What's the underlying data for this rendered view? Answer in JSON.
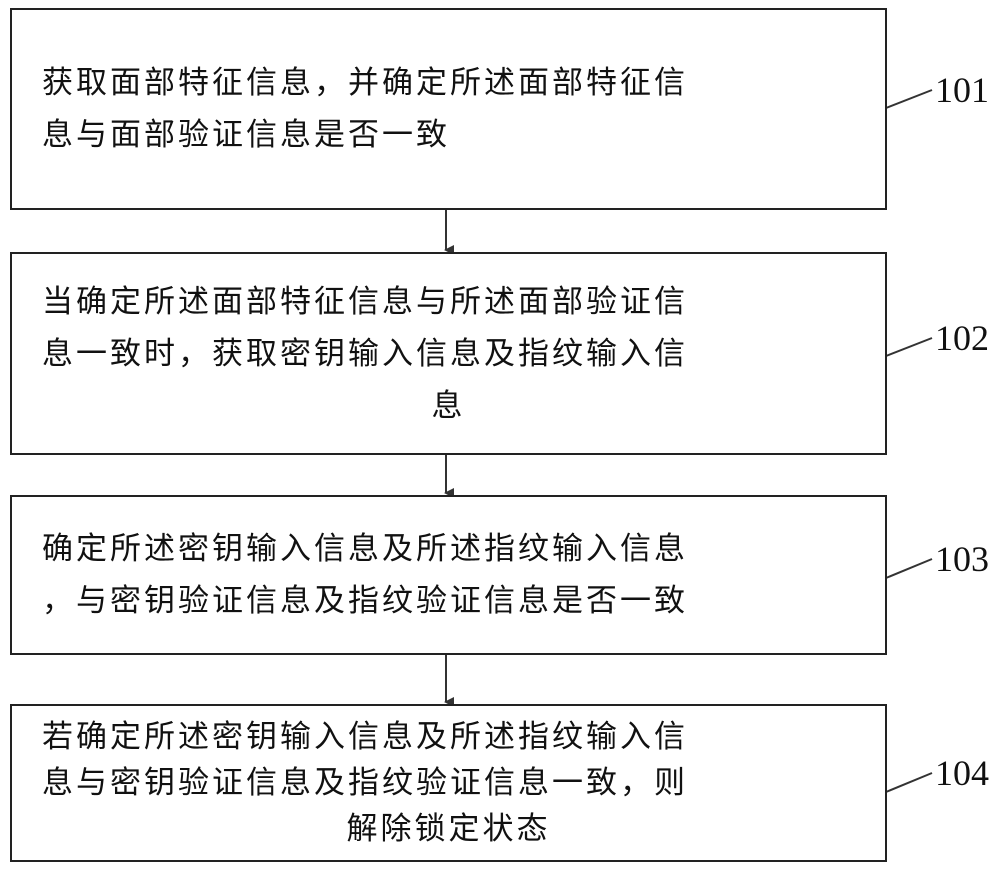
{
  "steps": [
    {
      "label": "101",
      "lines": [
        "获取面部特征信息，并确定所述面部特征信",
        "息与面部验证信息是否一致"
      ]
    },
    {
      "label": "102",
      "lines": [
        "当确定所述面部特征信息与所述面部验证信",
        "息一致时，获取密钥输入信息及指纹输入信",
        "息"
      ]
    },
    {
      "label": "103",
      "lines": [
        "确定所述密钥输入信息及所述指纹输入信息",
        "，与密钥验证信息及指纹验证信息是否一致"
      ]
    },
    {
      "label": "104",
      "lines": [
        "若确定所述密钥输入信息及所述指纹输入信",
        "息与密钥验证信息及指纹验证信息一致，则",
        "解除锁定状态"
      ]
    }
  ]
}
